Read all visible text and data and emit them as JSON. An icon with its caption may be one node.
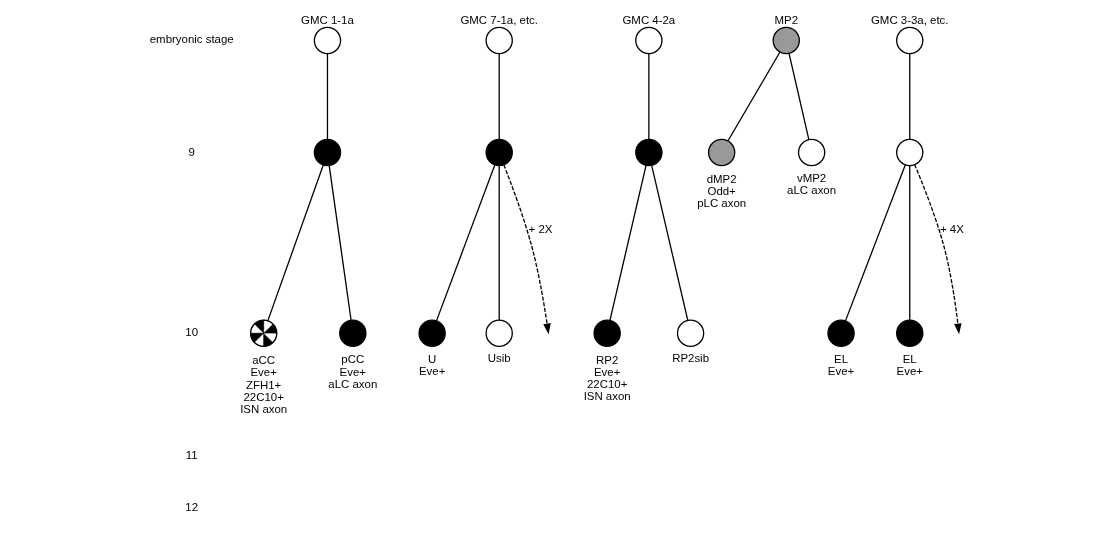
{
  "diagram": {
    "nodes": [
      {
        "text": [
          "GMC 1-1a"
        ]
      },
      {
        "text": [],
        "shape": "circle"
      },
      {
        "text": [
          "aCC"
        ],
        "beside": [
          "Eve+",
          "ZFH1+",
          "22C10+",
          "ISN axon"
        ]
      },
      {
        "text": [
          "pCC"
        ],
        "beside": [
          "Eve+",
          "aLC axon"
        ]
      },
      {
        "text": [
          "GMC 7-1a, etc."
        ]
      },
      {
        "text": [],
        "shape": "circle"
      },
      {
        "text": [
          "U"
        ],
        "beside": [
          "Eve+"
        ]
      },
      {
        "text": [
          "Usib"
        ]
      },
      {
        "text": [
          "GMC 4-2a"
        ]
      },
      {
        "text": [],
        "shape": "circle"
      },
      {
        "text": [
          "RP2"
        ],
        "beside": [
          "Eve+",
          "22C10+",
          "ISN axon"
        ]
      },
      {
        "text": [
          "RP2sib"
        ]
      },
      {
        "text": [
          "MP2"
        ]
      },
      {
        "text": [
          "dMP2"
        ],
        "beside": [
          "Odd+",
          "pLC axon"
        ]
      },
      {
        "text": [
          "vMP2"
        ],
        "beside": [
          "aLC axon"
        ]
      },
      {
        "text": [
          "GMC 3-3a, etc."
        ]
      },
      {
        "text": [],
        "shape": "circle"
      },
      {
        "text": [
          "EL"
        ],
        "beside": [
          "Eve+"
        ]
      },
      {
        "text": [
          "EL"
        ],
        "beside": [
          "Eve+"
        ]
      }
    ],
    "edges": [
      {
        "from": 0,
        "to": 1,
        "arrow": "none"
      },
      {
        "from": 1,
        "to": 2,
        "arrow": "none"
      },
      {
        "from": 1,
        "to": 3,
        "arrow": "none"
      },
      {
        "from": 4,
        "to": 5,
        "arrow": "none"
      },
      {
        "from": 5,
        "to": 6,
        "arrow": "none"
      },
      {
        "from": 5,
        "to": 7,
        "arrow": "none"
      },
      {
        "from": 5,
        "to": null,
        "arrow": "to",
        "style": "dashed",
        "label": "+ 2X"
      },
      {
        "from": 8,
        "to": 9,
        "arrow": "none"
      },
      {
        "from": 9,
        "to": 10,
        "arrow": "none"
      },
      {
        "from": 9,
        "to": 11,
        "arrow": "none"
      },
      {
        "from": 12,
        "to": 13,
        "arrow": "none"
      },
      {
        "from": 12,
        "to": 14,
        "arrow": "none"
      },
      {
        "from": 15,
        "to": 16,
        "arrow": "none"
      },
      {
        "from": 16,
        "to": 17,
        "arrow": "none"
      },
      {
        "from": 16,
        "to": 18,
        "arrow": "none"
      },
      {
        "from": 16,
        "to": null,
        "arrow": "to",
        "style": "dashed",
        "label": "+ 4X"
      }
    ],
    "labels": [
      "embryonic stage",
      "9",
      "10",
      "11",
      "12"
    ]
  }
}
